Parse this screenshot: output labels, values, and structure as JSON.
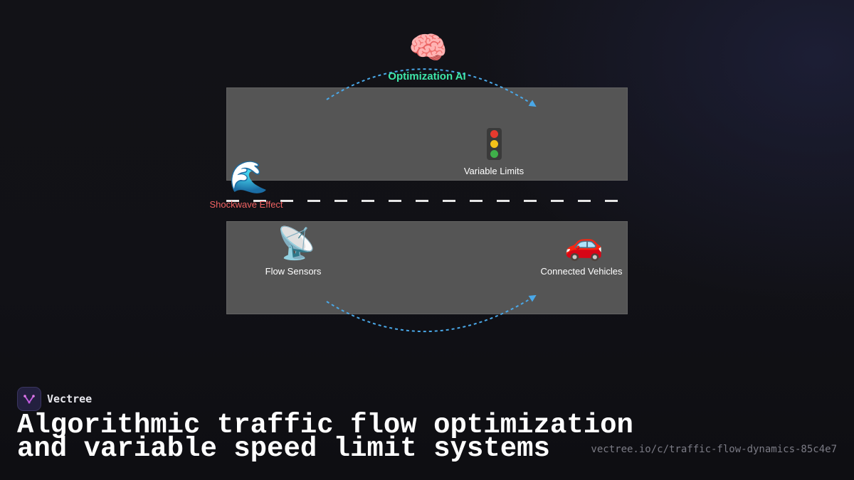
{
  "diagram": {
    "optimization": {
      "icon": "brain-icon",
      "glyph": "🧠",
      "label": "Optimization AI",
      "label_color": "#3ee6a8"
    },
    "variable_limits": {
      "icon": "traffic-light-icon",
      "label": "Variable Limits"
    },
    "shockwave": {
      "icon": "wave-icon",
      "glyph": "🌊",
      "label": "Shockwave Effect",
      "label_color": "#f06262"
    },
    "flow_sensors": {
      "icon": "satellite-antenna-icon",
      "glyph": "📡",
      "label": "Flow Sensors"
    },
    "connected_vehicles": {
      "icon": "car-icon",
      "glyph": "🚗",
      "label": "Connected Vehicles"
    },
    "arrow_color": "#4aa8e8",
    "road_color": "#555555"
  },
  "footer": {
    "brand": "Vectree",
    "title_line1": "Algorithmic traffic flow optimization",
    "title_line2": "and variable speed limit systems",
    "url": "vectree.io/c/traffic-flow-dynamics-85c4e7"
  }
}
